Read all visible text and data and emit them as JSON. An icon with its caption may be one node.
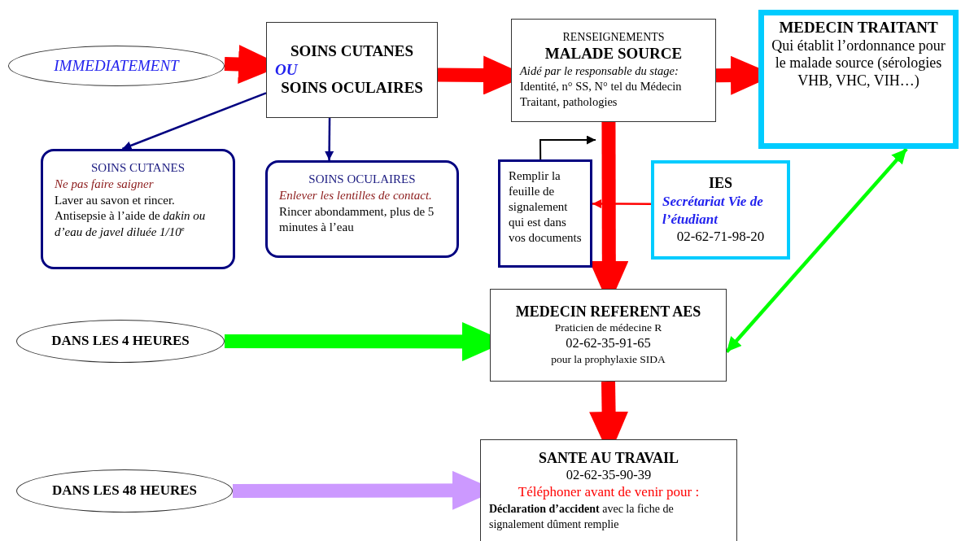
{
  "diagram": {
    "nodes": [
      {
        "text": [
          "IMMEDIATEMENT"
        ]
      },
      {
        "text": [
          "SOINS CUTANES",
          "OU",
          "SOINS OCULAIRES"
        ]
      },
      {
        "text": [
          "RENSEIGNEMENTS",
          "MALADE SOURCE",
          "*Aidé par le responsable du stage:* Identité, n° SS, N° tel du Médecin Traitant, pathologies"
        ]
      },
      {
        "text": [
          "MEDECIN TRAITANT",
          "Qui établit l’ordonnance pour le malade source (sérologies VHB, VHC, VIH…)"
        ]
      },
      {
        "text": [
          "SOINS CUTANES",
          "Ne pas faire saigner",
          "Laver au savon et rincer.",
          "Antisepsie à l’aide de *dakin ou d’eau de javel diluée 1/10*$^{e}$"
        ]
      },
      {
        "text": [
          "SOINS OCULAIRES",
          "Enlever les lentilles de contact.",
          "Rincer abondamment, plus de 5 minutes à l’eau"
        ]
      },
      {
        "text": [
          "Remplir la feuille de signalement qui est dans vos documents"
        ]
      },
      {
        "text": [
          "IES",
          "Secrétariat Vie de l’étudiant",
          "02-62-71-98-20"
        ]
      },
      {
        "text": [
          "DANS LES 4 HEURES"
        ]
      },
      {
        "text": [
          "MEDECIN REFERENT AES",
          "Praticien de médecine R",
          "02-62-35-91-65",
          "pour la prophylaxie SIDA"
        ]
      },
      {
        "text": [
          "DANS LES 48 HEURES"
        ]
      },
      {
        "text": [
          "SANTE AU TRAVAIL",
          "02-62-35-90-39",
          "Téléphoner avant de venir pour :",
          "**Déclaration d’accident** avec la fiche de signalement dûment remplie"
        ]
      }
    ],
    "edges": [
      {
        "from": 0,
        "to": 1,
        "arrow": "to"
      },
      {
        "from": 1,
        "to": 2,
        "arrow": "to"
      },
      {
        "from": 2,
        "to": 3,
        "arrow": "to"
      },
      {
        "from": 1,
        "to": 4,
        "arrow": "to",
        "color": "#000080"
      },
      {
        "from": 1,
        "to": 5,
        "arrow": "to",
        "color": "#000080"
      },
      {
        "from": 2,
        "to": 9,
        "arrow": "to"
      },
      {
        "from": 6,
        "to": null,
        "arrow": "to",
        "color": "#000000"
      },
      {
        "from": 7,
        "to": 6,
        "arrow": "to"
      },
      {
        "from": 8,
        "to": 9,
        "arrow": "to",
        "color": "#00ff00"
      },
      {
        "from": 3,
        "to": 9,
        "arrow": "both",
        "color": "#00ff00"
      },
      {
        "from": 9,
        "to": 11,
        "arrow": "to"
      },
      {
        "from": 10,
        "to": 11,
        "arrow": "to",
        "color": "#cc99ff"
      }
    ]
  }
}
